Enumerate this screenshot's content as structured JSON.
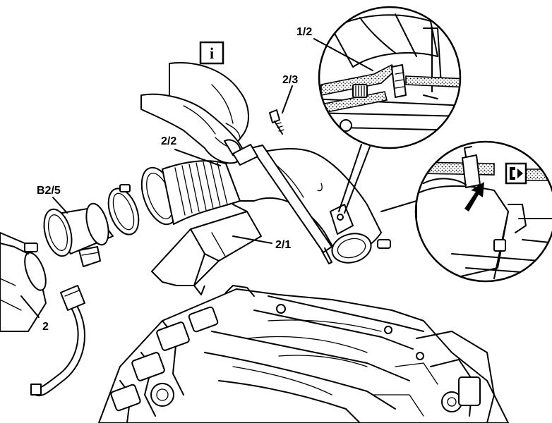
{
  "callouts": {
    "detail_top": "1/2",
    "bolt": "2/3",
    "duct": "2/2",
    "sensor": "B2/5",
    "bracket": "2/1",
    "filter_housing": "2"
  },
  "symbols": {
    "info_box": "i",
    "info_icon": "info-icon",
    "cross_reference_icon": "cross-reference-icon",
    "arrow_icon": "arrow-icon"
  }
}
